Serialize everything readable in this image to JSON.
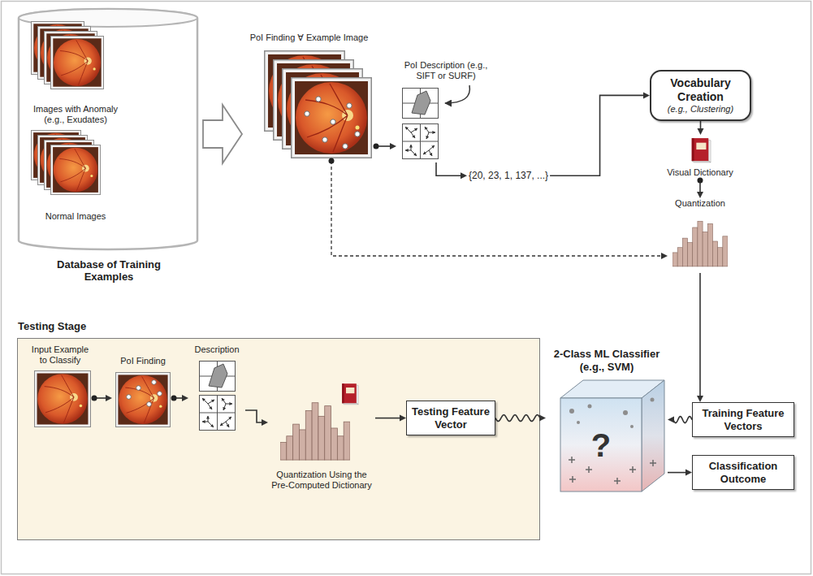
{
  "diagram": {
    "nodes": [
      {
        "text": [
          "Images with Anomaly (e.g., Exudates)",
          "Normal Images",
          "Database of Training Examples"
        ]
      },
      {
        "text": [
          "PoI Finding ∀ Example Image"
        ]
      },
      {
        "text": [
          "PoI Description (e.g., SIFT or SURF)"
        ]
      },
      {
        "text": [
          "{20, 23, 1, 137, ...}"
        ]
      },
      {
        "text": [
          "Vocabulary Creation",
          "(e.g., Clustering)"
        ]
      },
      {
        "text": [
          "Visual Dictionary"
        ]
      },
      {
        "text": [
          "Quantization"
        ]
      },
      {
        "text": [
          "Testing Stage"
        ]
      },
      {
        "text": [
          "Input Example to Classify"
        ],
        "in": 7
      },
      {
        "text": [
          "PoI Finding"
        ],
        "in": 7
      },
      {
        "text": [
          "Description"
        ],
        "in": 7
      },
      {
        "text": [
          "Quantization Using the Pre-Computed Dictionary"
        ],
        "in": 7
      },
      {
        "text": [
          "Testing Feature Vector"
        ],
        "in": 7
      },
      {
        "text": [
          "2-Class ML Classifier (e.g., SVM)",
          "?"
        ]
      },
      {
        "text": [
          "Training Feature Vectors"
        ]
      },
      {
        "text": [
          "Classification Outcome"
        ]
      }
    ],
    "edges": [
      {
        "from": 0,
        "to": 1,
        "arrow": "to"
      },
      {
        "from": 1,
        "to": 2,
        "arrow": "to"
      },
      {
        "from": 2,
        "to": 3,
        "arrow": "to"
      },
      {
        "from": 3,
        "to": 4,
        "arrow": "to"
      },
      {
        "from": 4,
        "to": 5,
        "arrow": "to"
      },
      {
        "from": 5,
        "to": 6,
        "arrow": "to"
      },
      {
        "from": 1,
        "to": 6,
        "arrow": "to"
      },
      {
        "from": 6,
        "to": 14,
        "arrow": "to"
      },
      {
        "from": 14,
        "to": 13,
        "arrow": "to"
      },
      {
        "from": 13,
        "to": 15,
        "arrow": "to"
      },
      {
        "from": 8,
        "to": 9,
        "arrow": "to"
      },
      {
        "from": 9,
        "to": 10,
        "arrow": "to"
      },
      {
        "from": 10,
        "to": 11,
        "arrow": "to"
      },
      {
        "from": 11,
        "to": 12,
        "arrow": "to"
      },
      {
        "from": 12,
        "to": 13,
        "arrow": "to"
      }
    ]
  }
}
